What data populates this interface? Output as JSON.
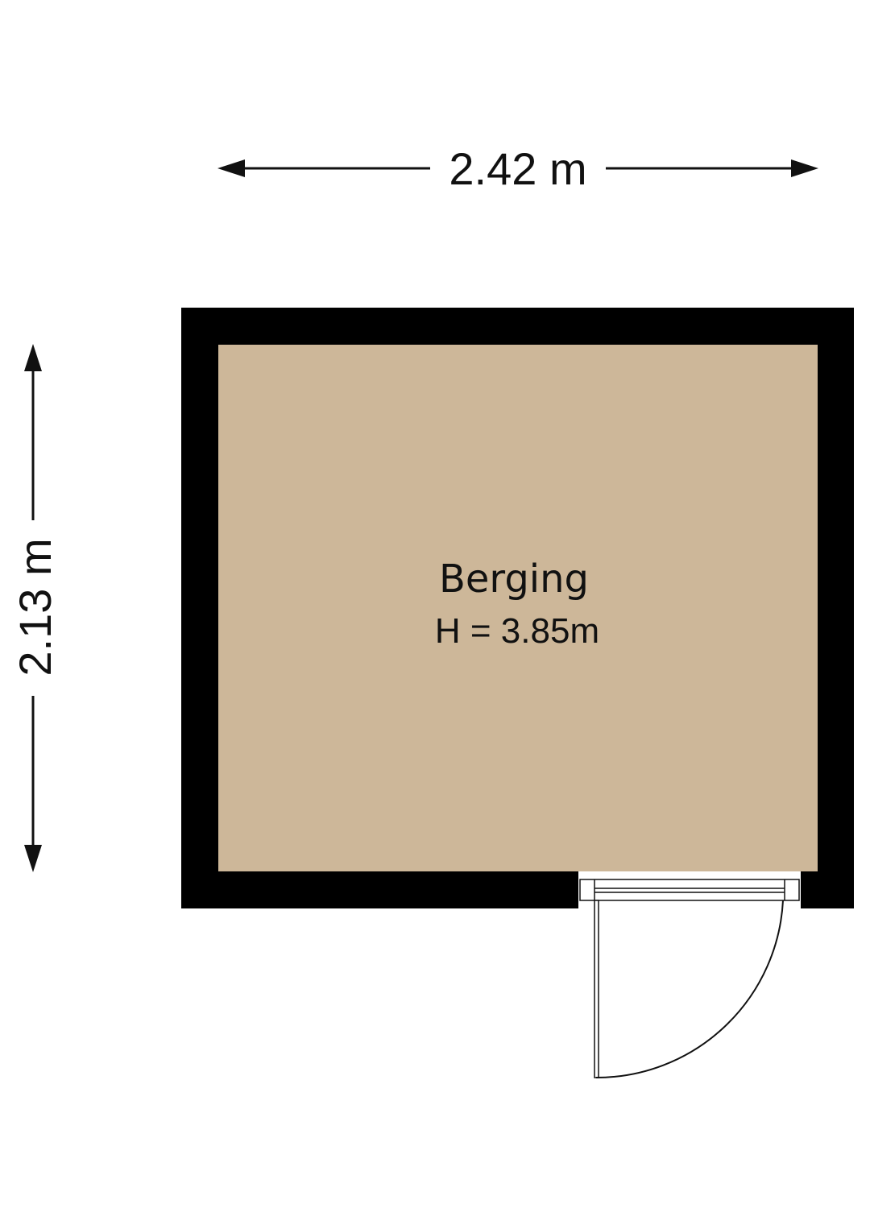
{
  "plan": {
    "width_dimension": "2.42 m",
    "depth_dimension": "2.13 m"
  },
  "room": {
    "name": "Berging",
    "height": "H = 3.85m"
  },
  "colors": {
    "wall": "#000000",
    "floor": "#cdb799",
    "line": "#111111",
    "background": "#ffffff"
  }
}
